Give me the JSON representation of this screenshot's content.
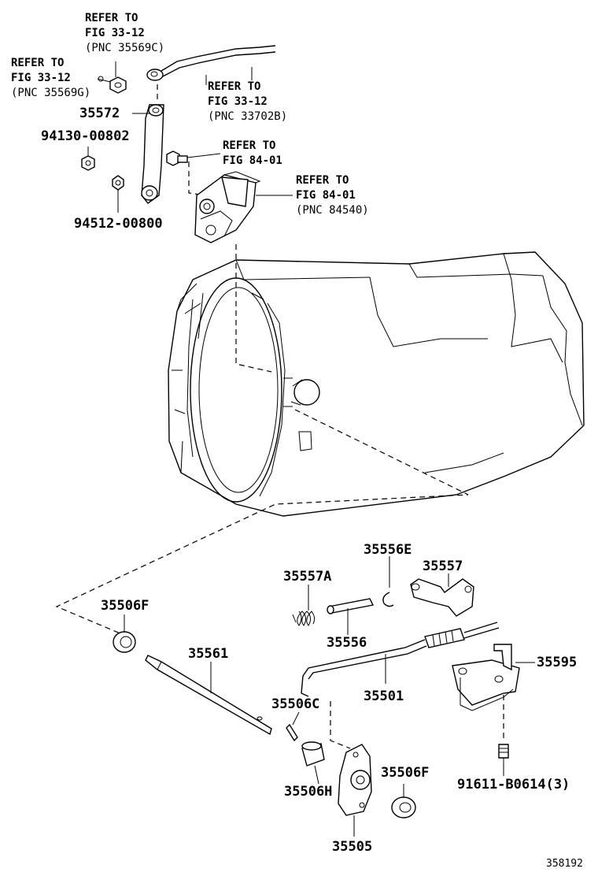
{
  "callouts": {
    "ref_top_1": "REFER TO",
    "ref_top_2": "FIG 33-12",
    "ref_top_3": "(PNC 35569C)",
    "ref_left_1": "REFER TO",
    "ref_left_2": "FIG 33-12",
    "ref_left_3": "(PNC 35569G)",
    "ref_mid_1": "REFER TO",
    "ref_mid_2": "FIG 33-12",
    "ref_mid_3": "(PNC 33702B)",
    "ref_bolt_1": "REFER TO",
    "ref_bolt_2": "FIG 84-01",
    "ref_sw_1": "REFER TO",
    "ref_sw_2": "FIG 84-01",
    "ref_sw_3": "(PNC 84540)"
  },
  "parts": {
    "p35572": "35572",
    "p94130": "94130-00802",
    "p94512": "94512-00800",
    "p35556E": "35556E",
    "p35557": "35557",
    "p35557A": "35557A",
    "p35506F_a": "35506F",
    "p35556": "35556",
    "p35561": "35561",
    "p35595": "35595",
    "p35501": "35501",
    "p35506C": "35506C",
    "p35506F_b": "35506F",
    "p35506H": "35506H",
    "p91611": "91611-B0614(3)",
    "p35505": "35505"
  },
  "figure_number": "358192"
}
